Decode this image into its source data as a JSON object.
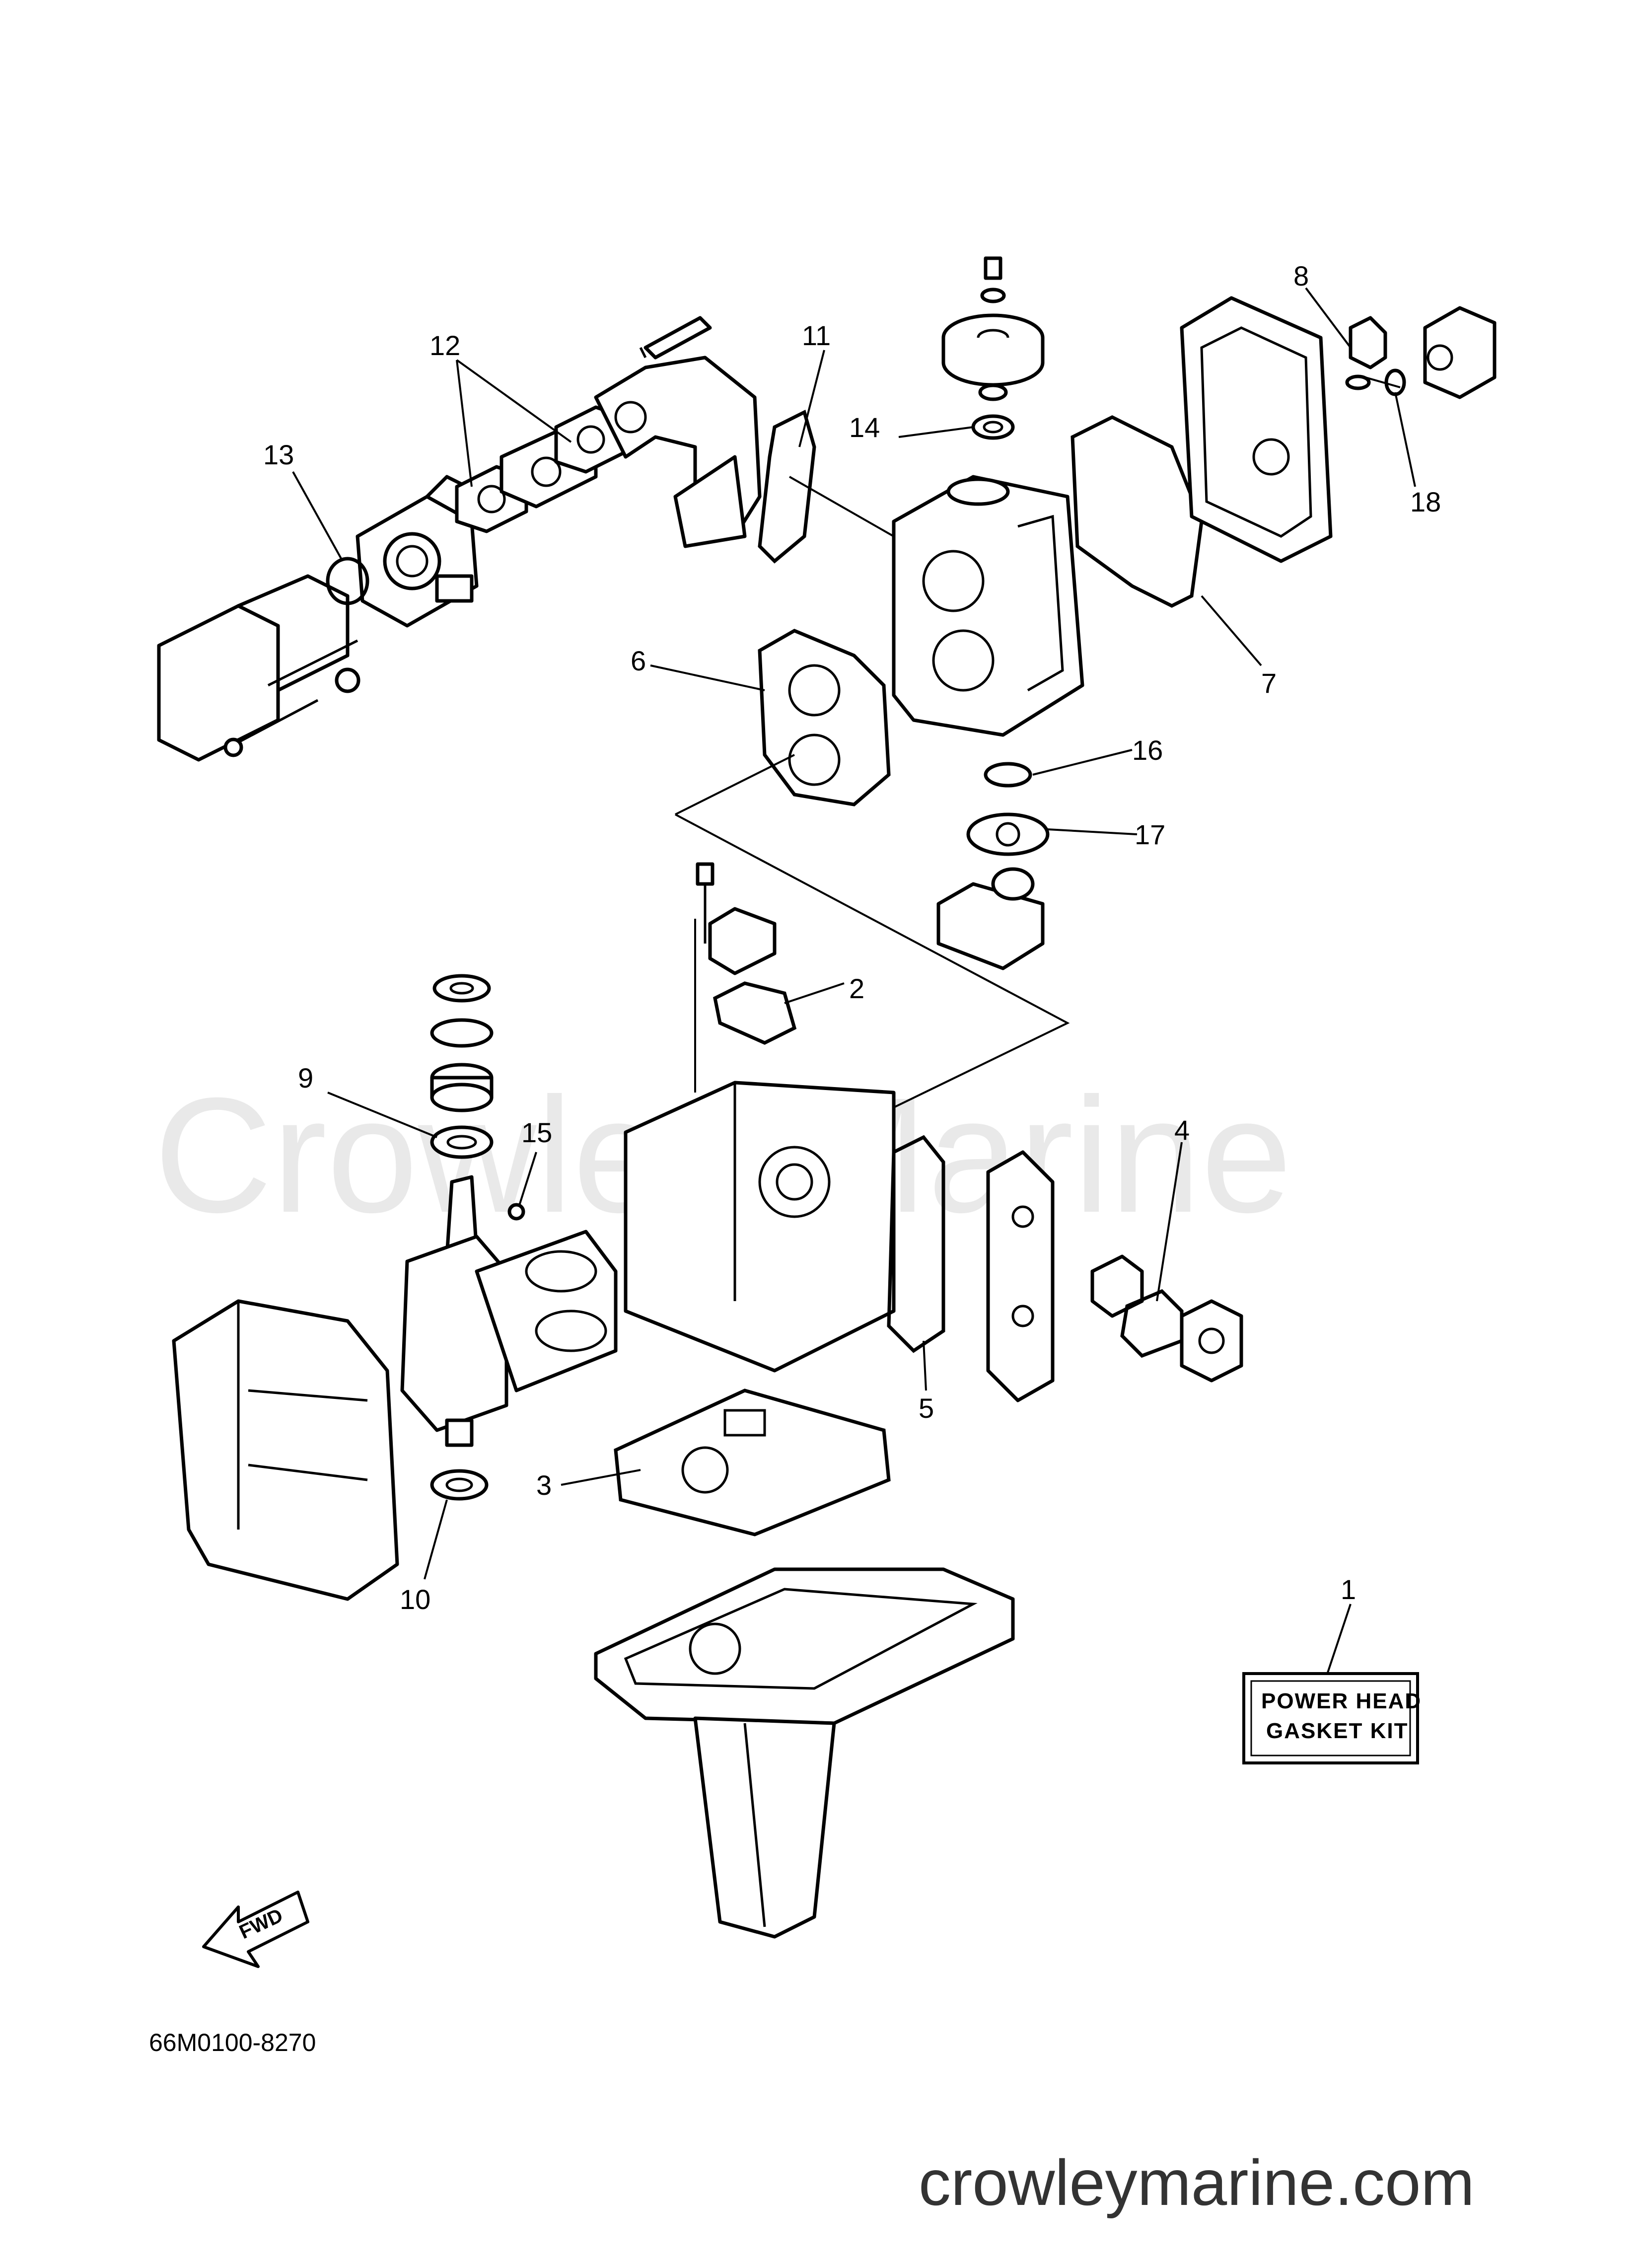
{
  "watermark": "Crowley Marine",
  "callouts": {
    "c1": "1",
    "c2": "2",
    "c3": "3",
    "c4": "4",
    "c5": "5",
    "c6": "6",
    "c7": "7",
    "c8": "8",
    "c9": "9",
    "c10": "10",
    "c11": "11",
    "c12": "12",
    "c13": "13",
    "c14": "14",
    "c15": "15",
    "c16": "16",
    "c17": "17",
    "c18": "18"
  },
  "kit_label": {
    "line1": "POWER HEAD",
    "line2": "GASKET KIT"
  },
  "fwd_label": "FWD",
  "diagram_code": "66M0100-8270",
  "website": "crowleymarine.com"
}
